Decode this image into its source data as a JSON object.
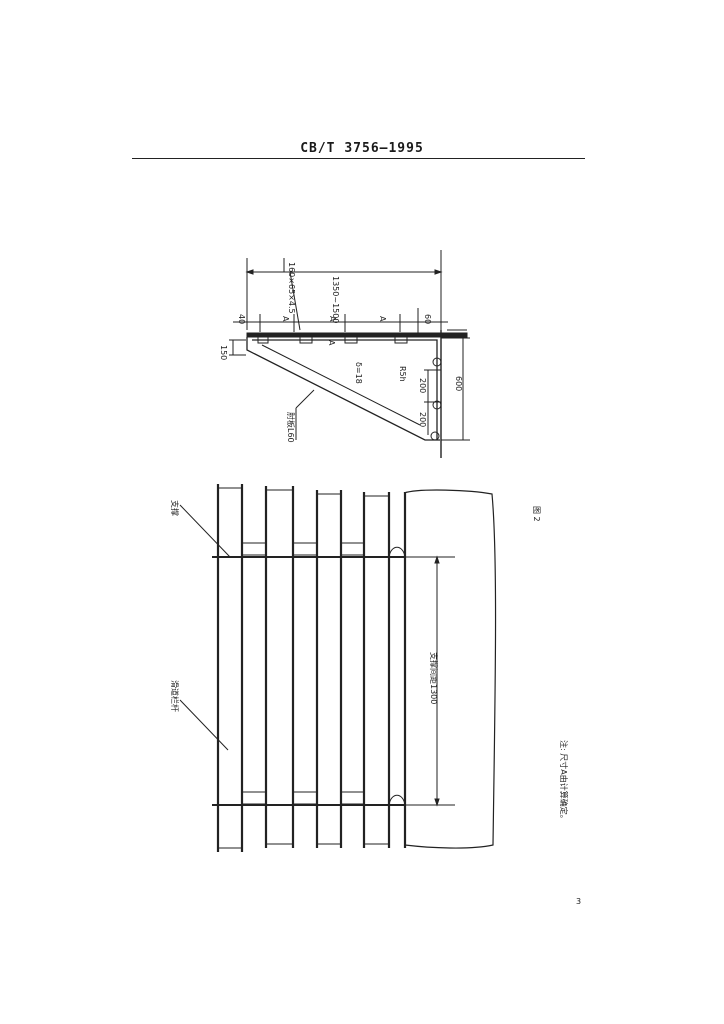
{
  "header": {
    "title": "CB/T 3756—1995"
  },
  "figure": {
    "caption": "图 2",
    "note": "注: 尺寸A由计算确定。",
    "top_view": {
      "dim_overall": "1350~1500",
      "dim_profile": "160×65×4.5",
      "dim_A": "A",
      "dim_40": "40",
      "dim_60": "60",
      "dim_150": "150",
      "dim_A_small": "A",
      "dim_8x18": "δ=18",
      "dim_R": "R5h",
      "dim_200a": "200",
      "dim_200b": "200",
      "dim_600": "600",
      "label_stay": "肘板L60"
    },
    "bottom_view": {
      "label_brace": "支撑",
      "label_rail": "滑道栏杆",
      "label_spacing": "支撑间距1300"
    }
  },
  "page_number": "3"
}
